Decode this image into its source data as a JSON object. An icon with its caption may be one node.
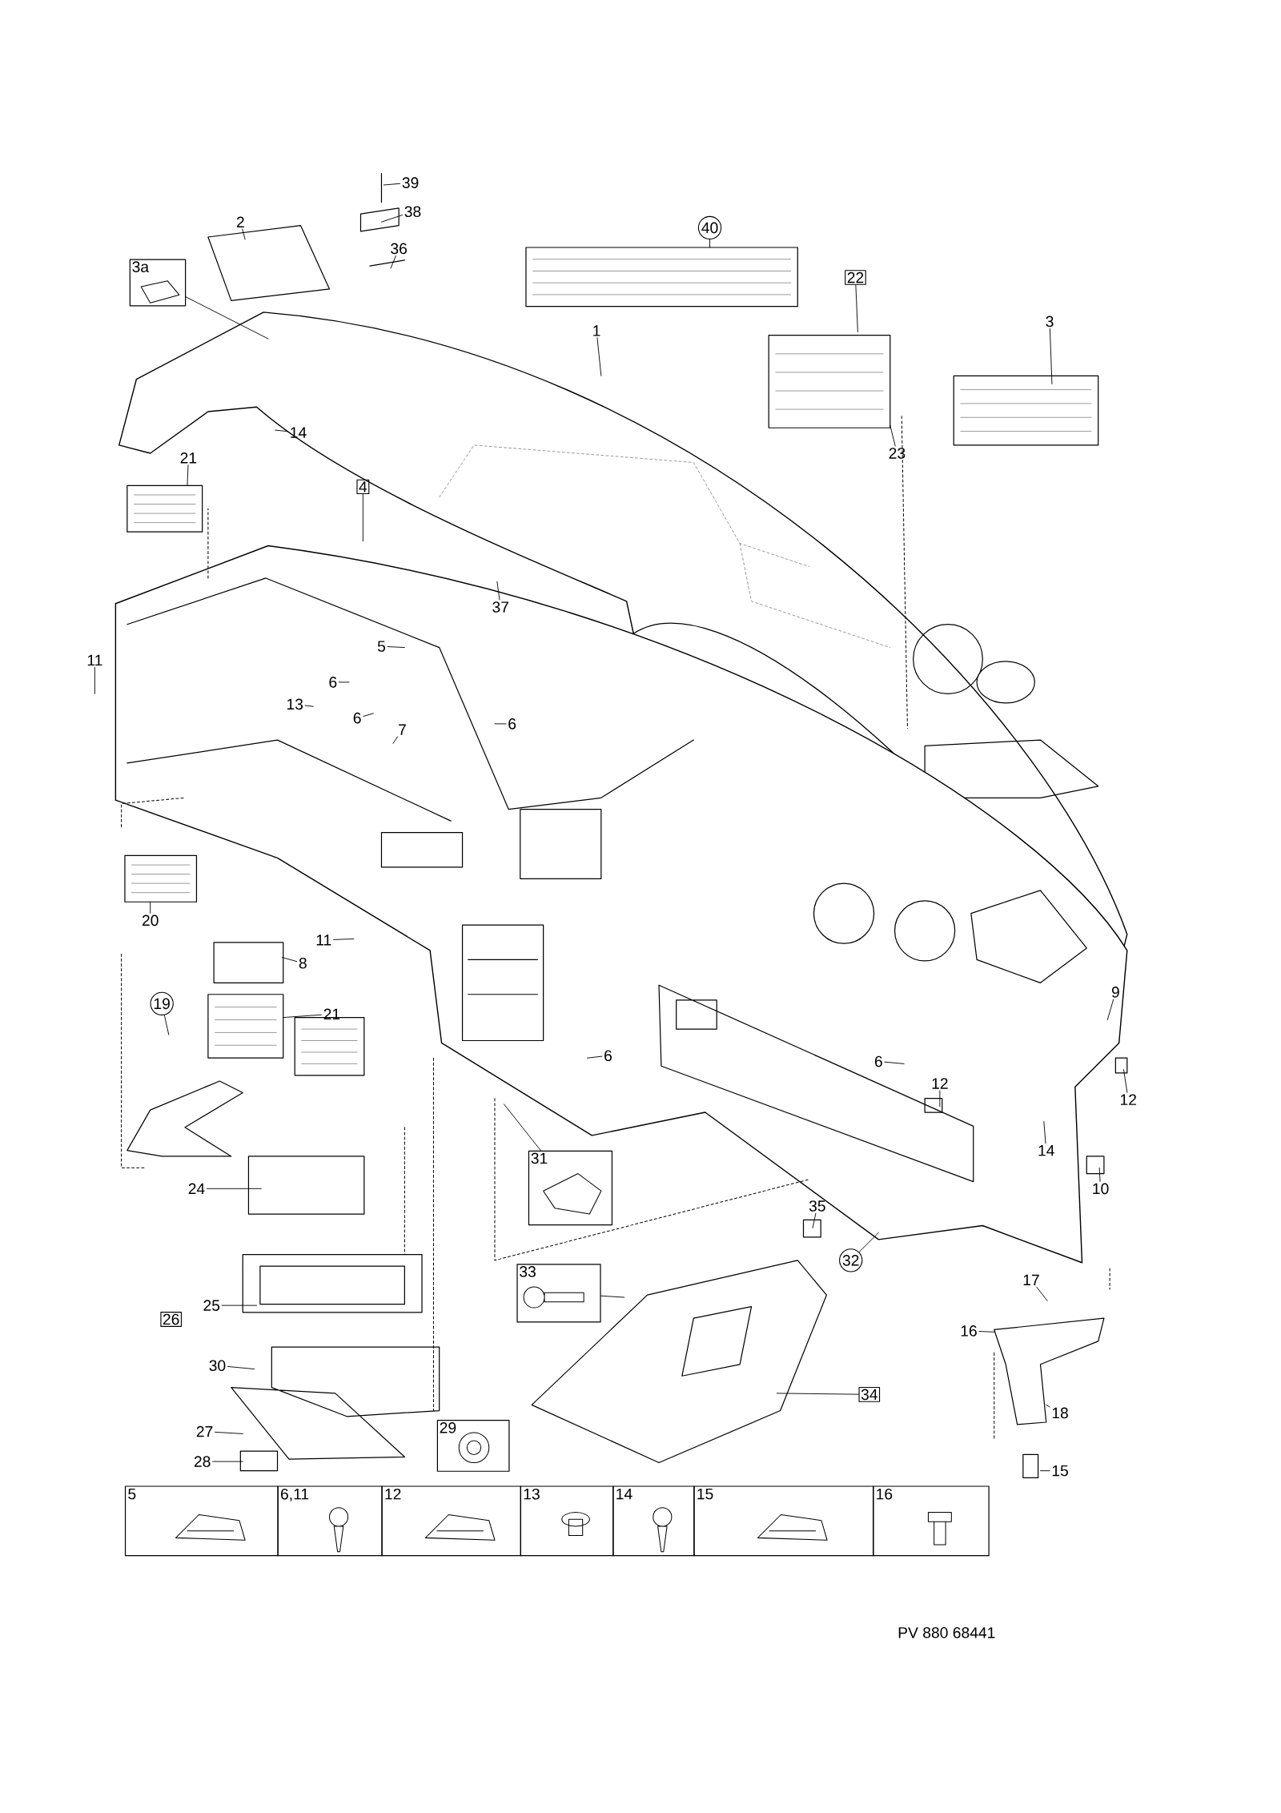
{
  "diagram": {
    "nodes": [
      {
        "text": [
          "39"
        ]
      },
      {
        "text": [
          "38"
        ]
      },
      {
        "text": [
          "2"
        ]
      },
      {
        "text": [
          "36"
        ]
      },
      {
        "text": [
          "3a"
        ]
      },
      {
        "text": [
          "40"
        ]
      },
      {
        "text": [
          "22"
        ]
      },
      {
        "text": [
          "1"
        ]
      },
      {
        "text": [
          "3"
        ]
      },
      {
        "text": [
          "23"
        ]
      },
      {
        "text": [
          "14"
        ]
      },
      {
        "text": [
          "21"
        ]
      },
      {
        "text": [
          "4"
        ]
      },
      {
        "text": [
          "37"
        ]
      },
      {
        "text": [
          "5"
        ]
      },
      {
        "text": [
          "11"
        ]
      },
      {
        "text": [
          "6"
        ]
      },
      {
        "text": [
          "13"
        ]
      },
      {
        "text": [
          "6"
        ]
      },
      {
        "text": [
          "7"
        ]
      },
      {
        "text": [
          "6"
        ]
      },
      {
        "text": [
          "20"
        ]
      },
      {
        "text": [
          "11"
        ]
      },
      {
        "text": [
          "8"
        ]
      },
      {
        "text": [
          "21"
        ]
      },
      {
        "text": [
          "19"
        ]
      },
      {
        "text": [
          "6"
        ]
      },
      {
        "text": [
          "6"
        ]
      },
      {
        "text": [
          "9"
        ]
      },
      {
        "text": [
          "12"
        ]
      },
      {
        "text": [
          "12"
        ]
      },
      {
        "text": [
          "14"
        ]
      },
      {
        "text": [
          "10"
        ]
      },
      {
        "text": [
          "31"
        ]
      },
      {
        "text": [
          "24"
        ]
      },
      {
        "text": [
          "32"
        ]
      },
      {
        "text": [
          "35"
        ]
      },
      {
        "text": [
          "33"
        ]
      },
      {
        "text": [
          "17"
        ]
      },
      {
        "text": [
          "16"
        ]
      },
      {
        "text": [
          "25"
        ]
      },
      {
        "text": [
          "26"
        ]
      },
      {
        "text": [
          "30"
        ]
      },
      {
        "text": [
          "18"
        ]
      },
      {
        "text": [
          "34"
        ]
      },
      {
        "text": [
          "27"
        ]
      },
      {
        "text": [
          "29"
        ]
      },
      {
        "text": [
          "28"
        ]
      },
      {
        "text": [
          "15"
        ]
      }
    ],
    "edges": [
      {
        "from": 0,
        "to": null,
        "arrow": "none"
      },
      {
        "from": 1,
        "to": null,
        "arrow": "none"
      },
      {
        "from": 2,
        "to": null,
        "arrow": "none"
      },
      {
        "from": 3,
        "to": null,
        "arrow": "none"
      },
      {
        "from": 4,
        "to": null,
        "arrow": "none"
      },
      {
        "from": 5,
        "to": null,
        "arrow": "none"
      },
      {
        "from": 6,
        "to": null,
        "arrow": "none"
      },
      {
        "from": 7,
        "to": null,
        "arrow": "none"
      },
      {
        "from": 8,
        "to": null,
        "arrow": "none"
      },
      {
        "from": 9,
        "to": null,
        "arrow": "none"
      },
      {
        "from": 10,
        "to": null,
        "arrow": "none"
      },
      {
        "from": 11,
        "to": null,
        "arrow": "none"
      },
      {
        "from": 12,
        "to": null,
        "arrow": "none"
      },
      {
        "from": 13,
        "to": null,
        "arrow": "none"
      },
      {
        "from": 14,
        "to": null,
        "arrow": "none"
      },
      {
        "from": 15,
        "to": null,
        "arrow": "none"
      },
      {
        "from": 16,
        "to": null,
        "arrow": "none"
      },
      {
        "from": 17,
        "to": null,
        "arrow": "none"
      },
      {
        "from": 18,
        "to": null,
        "arrow": "none"
      },
      {
        "from": 19,
        "to": null,
        "arrow": "none"
      },
      {
        "from": 20,
        "to": null,
        "arrow": "none"
      },
      {
        "from": 21,
        "to": null,
        "arrow": "none"
      },
      {
        "from": 22,
        "to": null,
        "arrow": "none"
      },
      {
        "from": 23,
        "to": null,
        "arrow": "none"
      },
      {
        "from": 24,
        "to": null,
        "arrow": "none"
      },
      {
        "from": 25,
        "to": null,
        "arrow": "none"
      },
      {
        "from": 26,
        "to": null,
        "arrow": "none"
      },
      {
        "from": 27,
        "to": null,
        "arrow": "none"
      },
      {
        "from": 28,
        "to": null,
        "arrow": "none"
      },
      {
        "from": 29,
        "to": null,
        "arrow": "none"
      },
      {
        "from": 30,
        "to": null,
        "arrow": "none"
      },
      {
        "from": 31,
        "to": null,
        "arrow": "none"
      },
      {
        "from": 32,
        "to": null,
        "arrow": "none"
      },
      {
        "from": 33,
        "to": null,
        "arrow": "none"
      },
      {
        "from": 34,
        "to": null,
        "arrow": "none"
      },
      {
        "from": 35,
        "to": null,
        "arrow": "none"
      },
      {
        "from": 36,
        "to": null,
        "arrow": "none"
      },
      {
        "from": 37,
        "to": null,
        "arrow": "none"
      },
      {
        "from": 38,
        "to": null,
        "arrow": "none"
      },
      {
        "from": 39,
        "to": null,
        "arrow": "none"
      },
      {
        "from": 40,
        "to": null,
        "arrow": "none"
      },
      {
        "from": 42,
        "to": null,
        "arrow": "none"
      },
      {
        "from": 43,
        "to": null,
        "arrow": "none"
      },
      {
        "from": 44,
        "to": null,
        "arrow": "none"
      },
      {
        "from": 45,
        "to": null,
        "arrow": "none"
      },
      {
        "from": 47,
        "to": null,
        "arrow": "none"
      },
      {
        "from": 48,
        "to": null,
        "arrow": "none"
      }
    ],
    "labels": [
      "5",
      "6,11",
      "12",
      "13",
      "14",
      "15",
      "16",
      "PV 880 68441"
    ]
  }
}
